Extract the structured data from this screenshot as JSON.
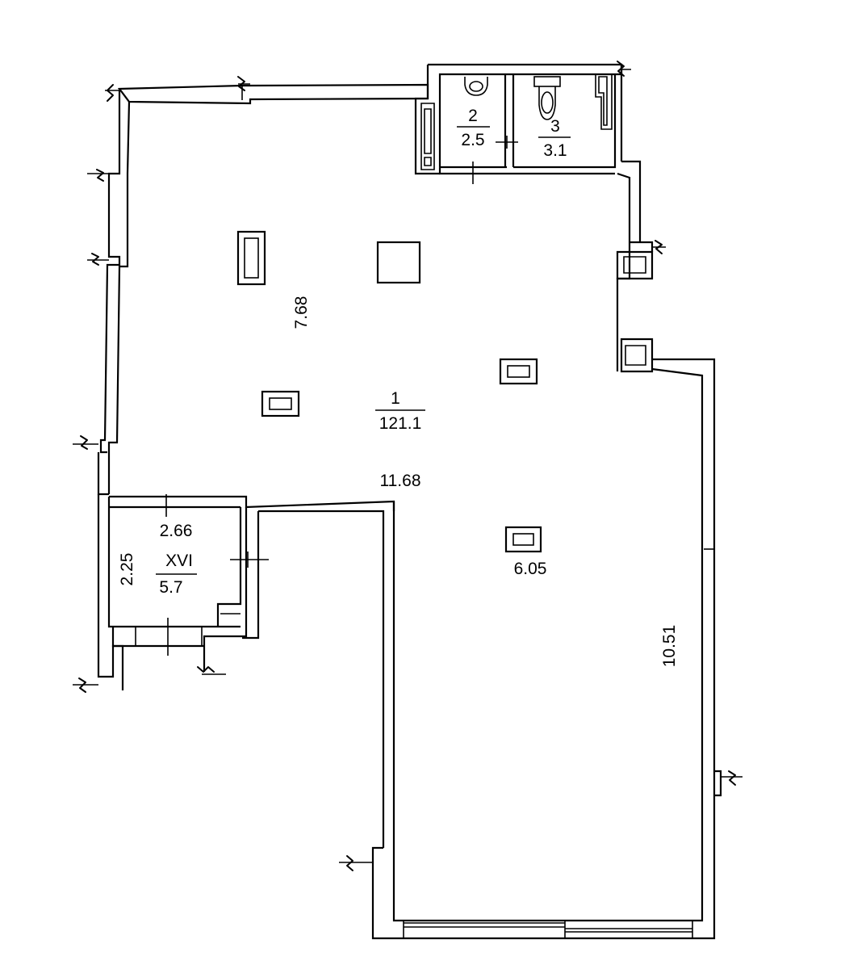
{
  "rooms": [
    {
      "number": "1",
      "area": "121.1"
    },
    {
      "number": "2",
      "area": "2.5"
    },
    {
      "number": "3",
      "area": "3.1"
    },
    {
      "number": "XVI",
      "area": "5.7"
    }
  ],
  "dimensions": {
    "main_height": "7.68",
    "main_width": "11.68",
    "lower_width": "6.05",
    "lower_height": "10.51",
    "small_room_width": "2.66",
    "small_room_height": "2.25"
  }
}
